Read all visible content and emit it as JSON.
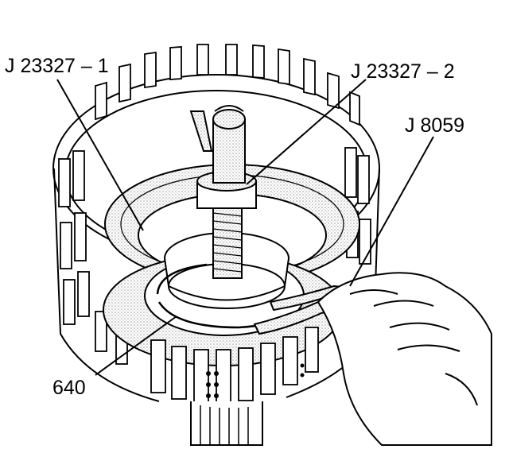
{
  "callouts": {
    "tool_compressor_base": "J 23327 – 1",
    "tool_compressor_screw": "J 23327 – 2",
    "tool_snap_ring_pliers": "J 8059",
    "part_snap_ring": "640"
  },
  "colors": {
    "line": "#000000",
    "fill": "#ffffff",
    "stipple": "#bdbdbd"
  }
}
